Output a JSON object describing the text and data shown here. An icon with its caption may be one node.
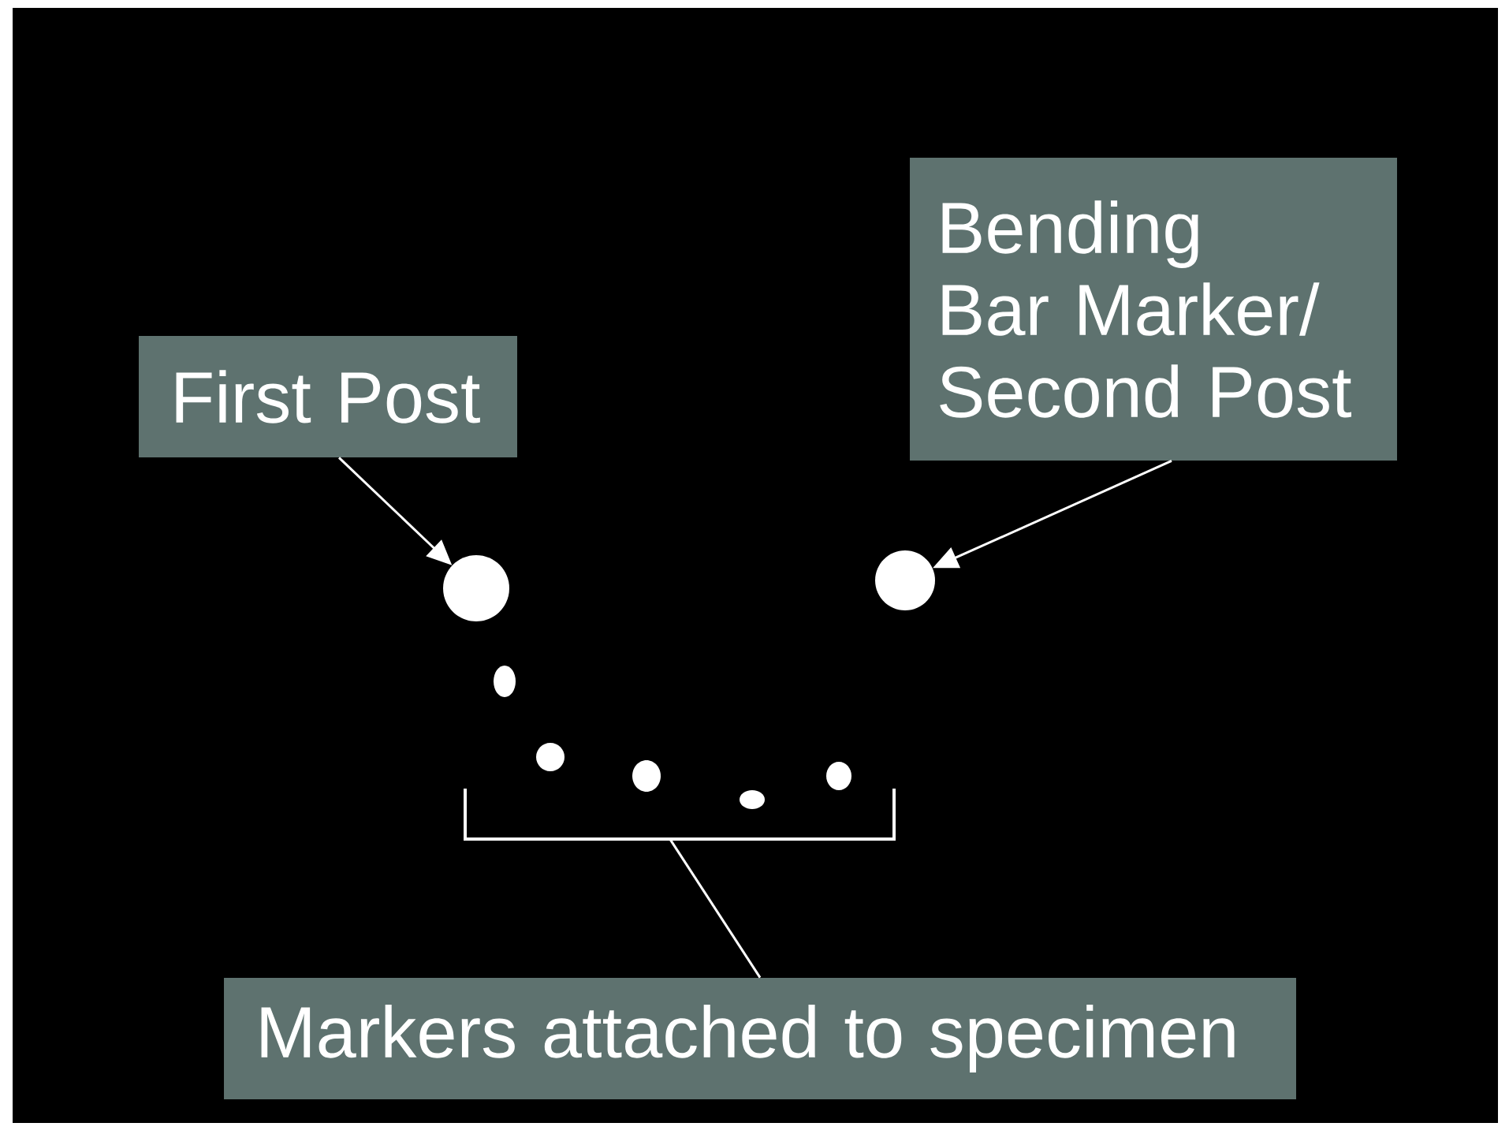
{
  "diagram": {
    "nodes": [
      {
        "text": [
          "First Post"
        ]
      },
      {
        "text": [
          "Bending Bar Marker/ Second Post"
        ]
      },
      {
        "text": [
          "Markers attached to specimen"
        ]
      },
      {
        "text": [],
        "shape": "circle"
      },
      {
        "text": [],
        "shape": "circle"
      },
      {
        "text": [],
        "shape": "bracket"
      }
    ],
    "edges": [
      {
        "from": 0,
        "to": 3,
        "arrow": "to"
      },
      {
        "from": 1,
        "to": 4,
        "arrow": "to"
      },
      {
        "from": 2,
        "to": 5,
        "arrow": "none"
      }
    ]
  }
}
